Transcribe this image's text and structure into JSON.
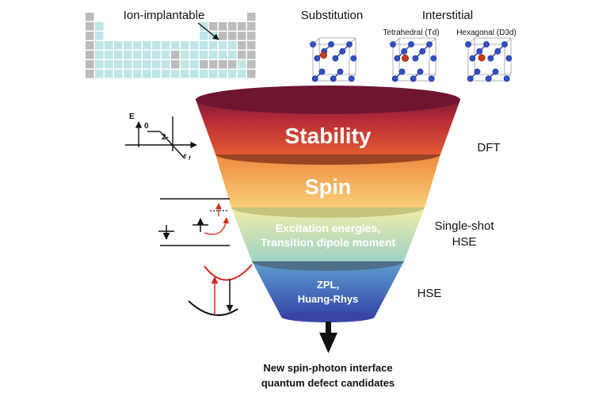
{
  "header": {
    "periodic_table_label": "Ion-implantable",
    "substitution_label": "Substitution",
    "interstitial_label": "Interstitial",
    "tetrahedral_label": "Tetrahedral (Td)",
    "hexagonal_label": "Hexagonal (D3d)"
  },
  "funnel": {
    "stages": [
      {
        "label": "Stability"
      },
      {
        "label": "Spin"
      },
      {
        "label_line1": "Excitation energies,",
        "label_line2": "Transition dipole moment"
      },
      {
        "label_line1": "ZPL,",
        "label_line2": "Huang-Rhys"
      }
    ]
  },
  "methods": {
    "dft": "DFT",
    "single_shot_line1": "Single-shot",
    "single_shot_line2": "HSE",
    "hse": "HSE"
  },
  "formation_plot": {
    "y_axis": "E",
    "x_axis": "ε",
    "x_axis_sub": "f",
    "charge_0": "0",
    "charge_2minus": "2-"
  },
  "result": {
    "line1": "New spin-photon interface",
    "line2": "quantum defect candidates"
  },
  "colors": {
    "tile_gray": "#bcbcbc",
    "tile_highlight": "#bfe6e6",
    "atom_blue": "#3050c8",
    "atom_red": "#c83a1a",
    "arrow_red": "#d8281e"
  }
}
